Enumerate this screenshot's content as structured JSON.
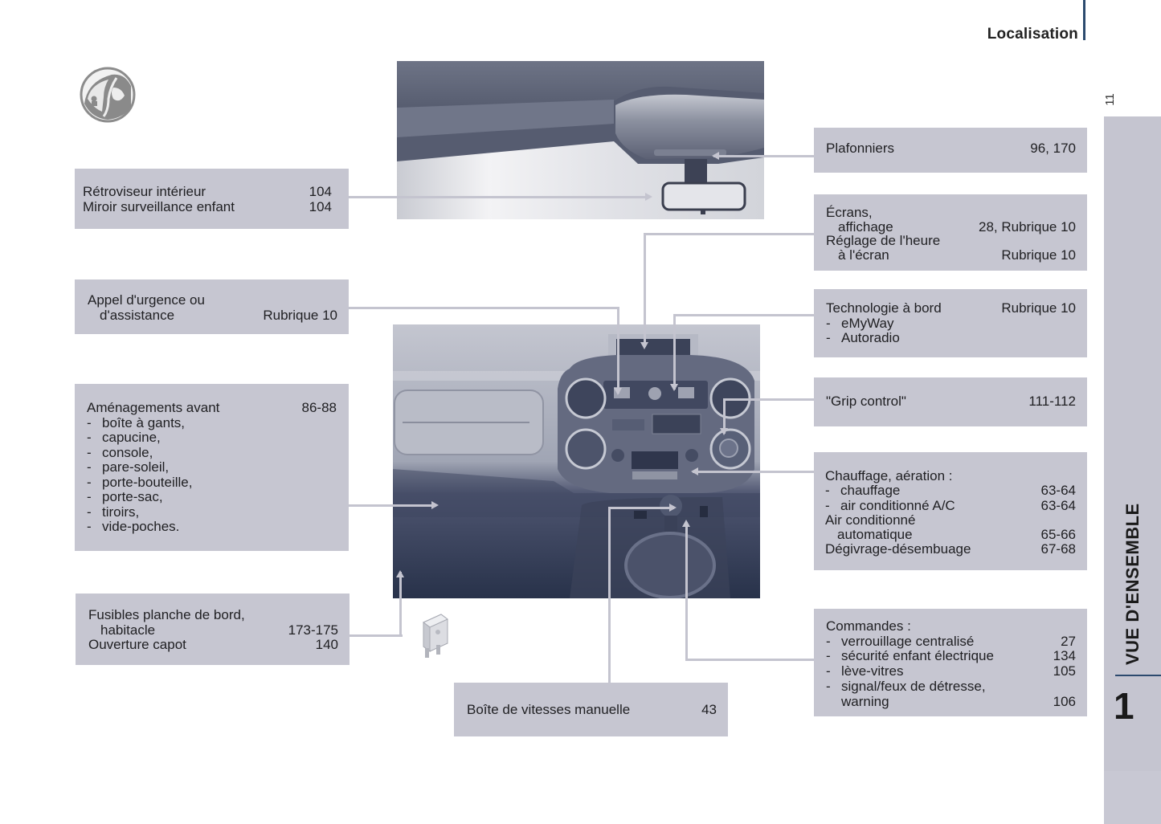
{
  "header": {
    "section_title": "Localisation",
    "page_number": "11"
  },
  "side_tab": {
    "label": "VUE D'ENSEMBLE",
    "chapter_number": "1"
  },
  "icon": {
    "name": "interior-fittings-icon"
  },
  "boxes": {
    "retroviseur": {
      "rows": [
        {
          "label": "Rétroviseur intérieur",
          "ref": "104"
        },
        {
          "label": "Miroir surveillance enfant",
          "ref": "104"
        }
      ]
    },
    "appel_urgence": {
      "line1": "Appel d'urgence ou",
      "line2_label": "d'assistance",
      "line2_ref": "Rubrique 10"
    },
    "amenagements": {
      "title": "Aménagements avant",
      "ref": "86-88",
      "items": [
        "boîte à gants,",
        "capucine,",
        "console,",
        "pare-soleil,",
        "porte-bouteille,",
        "porte-sac,",
        "tiroirs,",
        "vide-poches."
      ]
    },
    "fusibles": {
      "line1": "Fusibles planche de bord,",
      "line2_label": "habitacle",
      "line2_ref": "173-175",
      "line3_label": "Ouverture capot",
      "line3_ref": "140"
    },
    "boite_vitesses": {
      "label": "Boîte de vitesses manuelle",
      "ref": "43"
    },
    "plafonniers": {
      "label": "Plafonniers",
      "ref": "96, 170"
    },
    "ecrans": {
      "line1": "Écrans,",
      "line2_label": "affichage",
      "line2_ref": "28, Rubrique 10",
      "line3": "Réglage de l'heure",
      "line4_label": "à l'écran",
      "line4_ref": "Rubrique 10"
    },
    "technologie": {
      "title": "Technologie à bord",
      "ref": "Rubrique 10",
      "items": [
        "eMyWay",
        "Autoradio"
      ]
    },
    "grip_control": {
      "label": "\"Grip control\"",
      "ref": "111-112"
    },
    "chauffage": {
      "title": "Chauffage, aération :",
      "items": [
        {
          "label": "chauffage",
          "ref": "63-64"
        },
        {
          "label": "air conditionné A/C",
          "ref": "63-64"
        }
      ],
      "line_ac": "Air conditionné",
      "line_ac2_label": "automatique",
      "line_ac2_ref": "65-66",
      "line_deg_label": "Dégivrage-désembuage",
      "line_deg_ref": "67-68"
    },
    "commandes": {
      "title": "Commandes :",
      "items": [
        {
          "label": "verrouillage centralisé",
          "ref": "27"
        },
        {
          "label": "sécurité enfant électrique",
          "ref": "134"
        },
        {
          "label": "lève-vitres",
          "ref": "105"
        },
        {
          "label": "signal/feux de détresse,",
          "ref": ""
        }
      ],
      "last_label": "warning",
      "last_ref": "106"
    }
  },
  "images": {
    "top": "interior-ceiling-mirror-photo",
    "dashboard": "dashboard-photo",
    "fuse": "fuse-icon"
  },
  "colors": {
    "box_bg": "#c6c6d1",
    "accent_rule": "#2c4a6e",
    "connector": "#c4c4cf"
  }
}
